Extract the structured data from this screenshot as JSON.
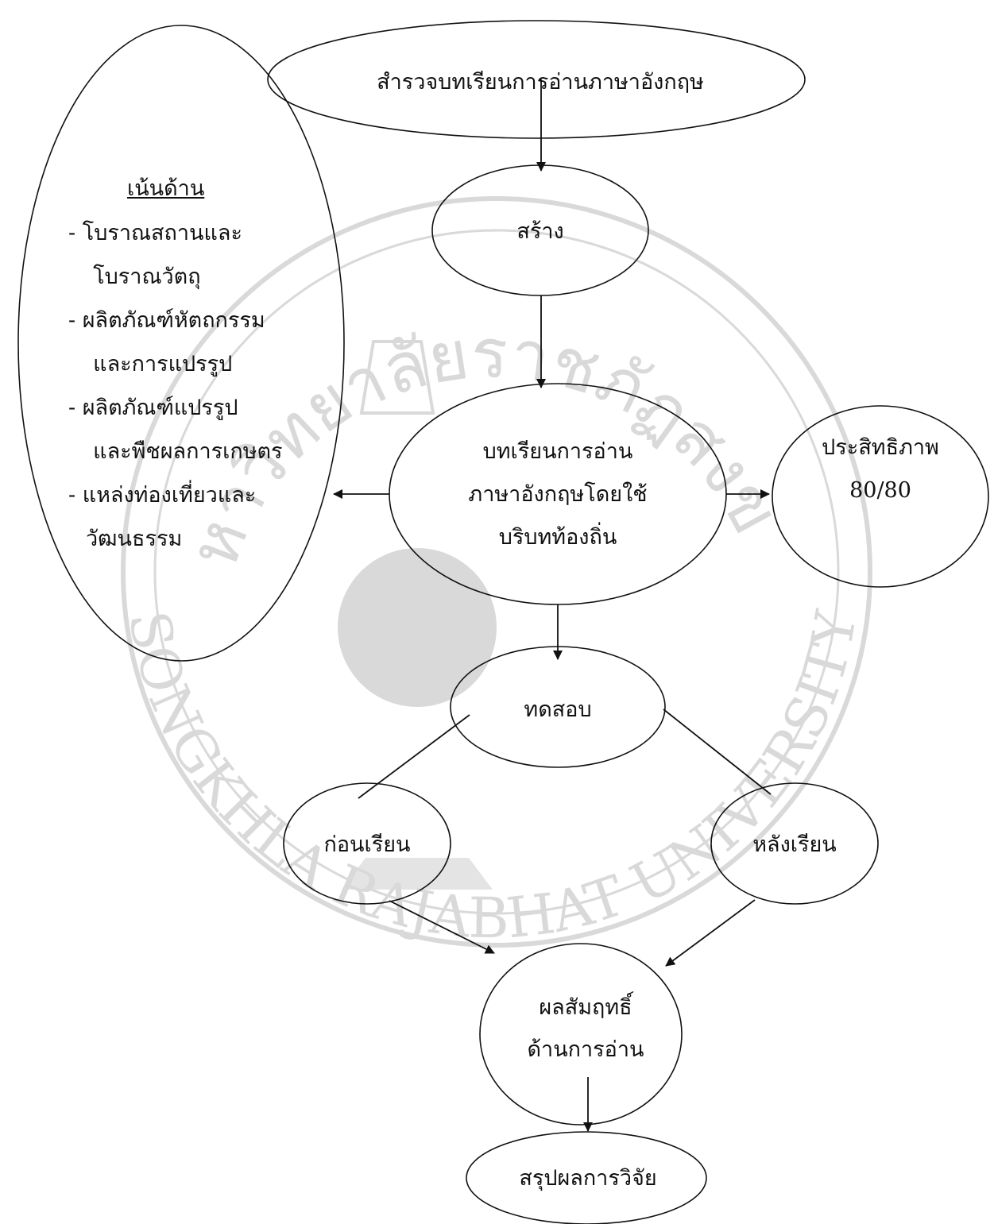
{
  "nodes": {
    "survey": "สำรวจบทเรียนการอ่านภาษาอังกฤษ",
    "create": "สร้าง",
    "lesson": [
      "บทเรียนการอ่าน",
      "ภาษาอังกฤษโดยใช้",
      "บริบทท้องถิ่น"
    ],
    "efficiency": [
      "ประสิทธิภาพ",
      "80/80"
    ],
    "test": "ทดสอบ",
    "pretest": "ก่อนเรียน",
    "posttest": "หลังเรียน",
    "achievement": [
      "ผลสัมฤทธิ์",
      "ด้านการอ่าน"
    ],
    "conclusion": "สรุปผลการวิจัย"
  },
  "focus": {
    "heading": "เน้นด้าน",
    "lines": [
      "- โบราณสถานและ",
      "  โบราณวัตถุ",
      "- ผลิตภัณฑ์หัตถกรรม",
      "  และการแปรรูป",
      "- ผลิตภัณฑ์แปรรูป",
      "  และพืชผลการเกษตร",
      "- แหล่งท่องเที่ยวและ",
      "วัฒนธรรม"
    ]
  },
  "watermark": {
    "text_top_arc": "มหาวิทยาลัยราชภัฏสงขลา",
    "text_bottom_arc": "SONGKHLA RAJABHAT UNIVERSITY"
  },
  "colors": {
    "ink": "#111111",
    "watermark": "#d9d9d9"
  }
}
